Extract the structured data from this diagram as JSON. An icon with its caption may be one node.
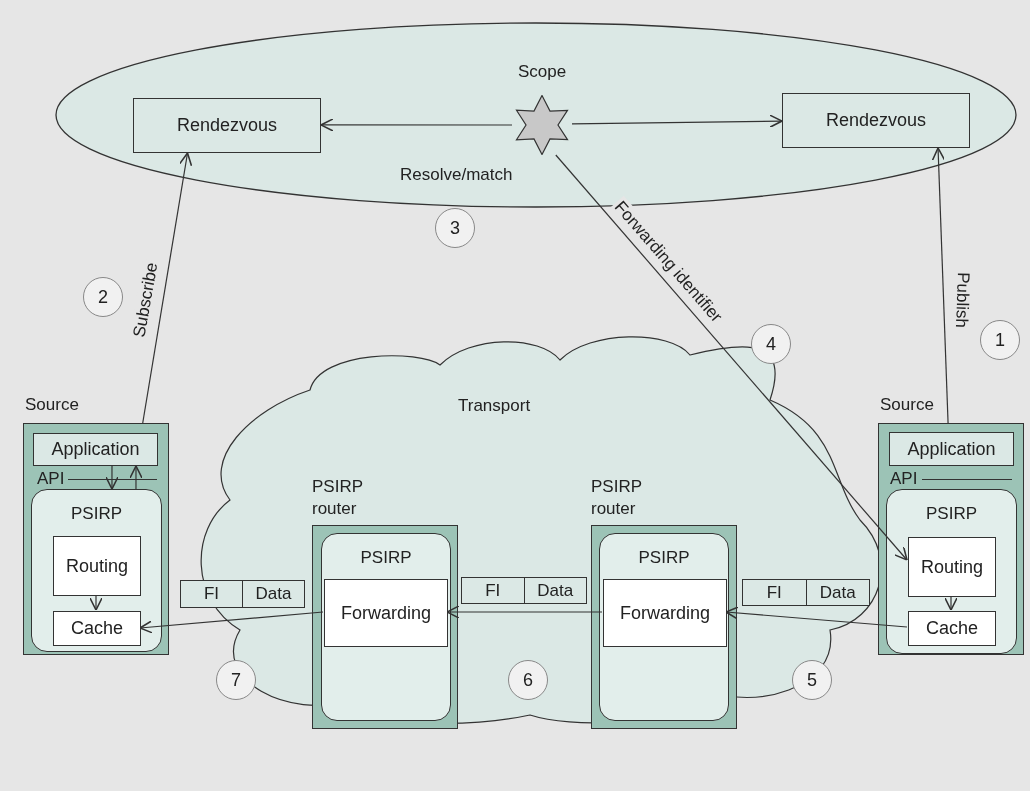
{
  "diagram": {
    "nodes": [
      {
        "text": [
          "Resolve/match"
        ]
      },
      {
        "text": [
          "Rendezvous"
        ],
        "in": 0
      },
      {
        "text": [
          "Scope"
        ],
        "in": 0
      },
      {
        "text": [
          "Rendezvous"
        ],
        "in": 0
      },
      {
        "text": [
          "Transport"
        ]
      },
      {
        "text": [
          "Source"
        ]
      },
      {
        "text": [
          "Application"
        ],
        "in": 5
      },
      {
        "text": [
          "PSIRP"
        ],
        "in": 5
      },
      {
        "text": [
          "Routing"
        ],
        "in": 7
      },
      {
        "text": [
          "Cache"
        ],
        "in": 7
      },
      {
        "text": [
          "PSIRP router"
        ],
        "in": 4
      },
      {
        "text": [
          "PSIRP"
        ],
        "in": 10
      },
      {
        "text": [
          "Forwarding"
        ],
        "in": 11
      },
      {
        "text": [
          "PSIRP router"
        ],
        "in": 4
      },
      {
        "text": [
          "PSIRP"
        ],
        "in": 13
      },
      {
        "text": [
          "Forwarding"
        ],
        "in": 14
      },
      {
        "text": [
          "Source"
        ]
      },
      {
        "text": [
          "Application"
        ],
        "in": 16
      },
      {
        "text": [
          "PSIRP"
        ],
        "in": 16
      },
      {
        "text": [
          "Routing"
        ],
        "in": 18
      },
      {
        "text": [
          "Cache"
        ],
        "in": 18
      },
      {
        "text": [
          "FI",
          "Data"
        ]
      },
      {
        "text": [
          "FI",
          "Data"
        ],
        "in": 4
      },
      {
        "text": [
          "FI",
          "Data"
        ],
        "in": 4
      },
      {
        "text": [
          "1"
        ]
      },
      {
        "text": [
          "2"
        ]
      },
      {
        "text": [
          "3"
        ]
      },
      {
        "text": [
          "4"
        ]
      },
      {
        "text": [
          "5"
        ]
      },
      {
        "text": [
          "6"
        ],
        "in": 4
      },
      {
        "text": [
          "7"
        ]
      }
    ],
    "edges": [
      {
        "from": 2,
        "to": 1,
        "arrow": "to"
      },
      {
        "from": 2,
        "to": 3,
        "arrow": "to"
      },
      {
        "from": 5,
        "to": 1,
        "arrow": "to",
        "label": "Subscribe"
      },
      {
        "from": 16,
        "to": 3,
        "arrow": "to",
        "label": "Publish"
      },
      {
        "from": 2,
        "to": 19,
        "arrow": "to",
        "label": "Forwarding identifier"
      },
      {
        "from": 6,
        "to": 7,
        "arrow": "to"
      },
      {
        "from": 7,
        "to": 6,
        "arrow": "to"
      },
      {
        "from": 8,
        "to": 9,
        "arrow": "to"
      },
      {
        "from": 19,
        "to": 20,
        "arrow": "to"
      },
      {
        "from": 20,
        "to": 15,
        "arrow": "to"
      },
      {
        "from": 15,
        "to": 12,
        "arrow": "to"
      },
      {
        "from": 12,
        "to": 9,
        "arrow": "to"
      }
    ],
    "labels": [
      "API",
      "API"
    ]
  }
}
